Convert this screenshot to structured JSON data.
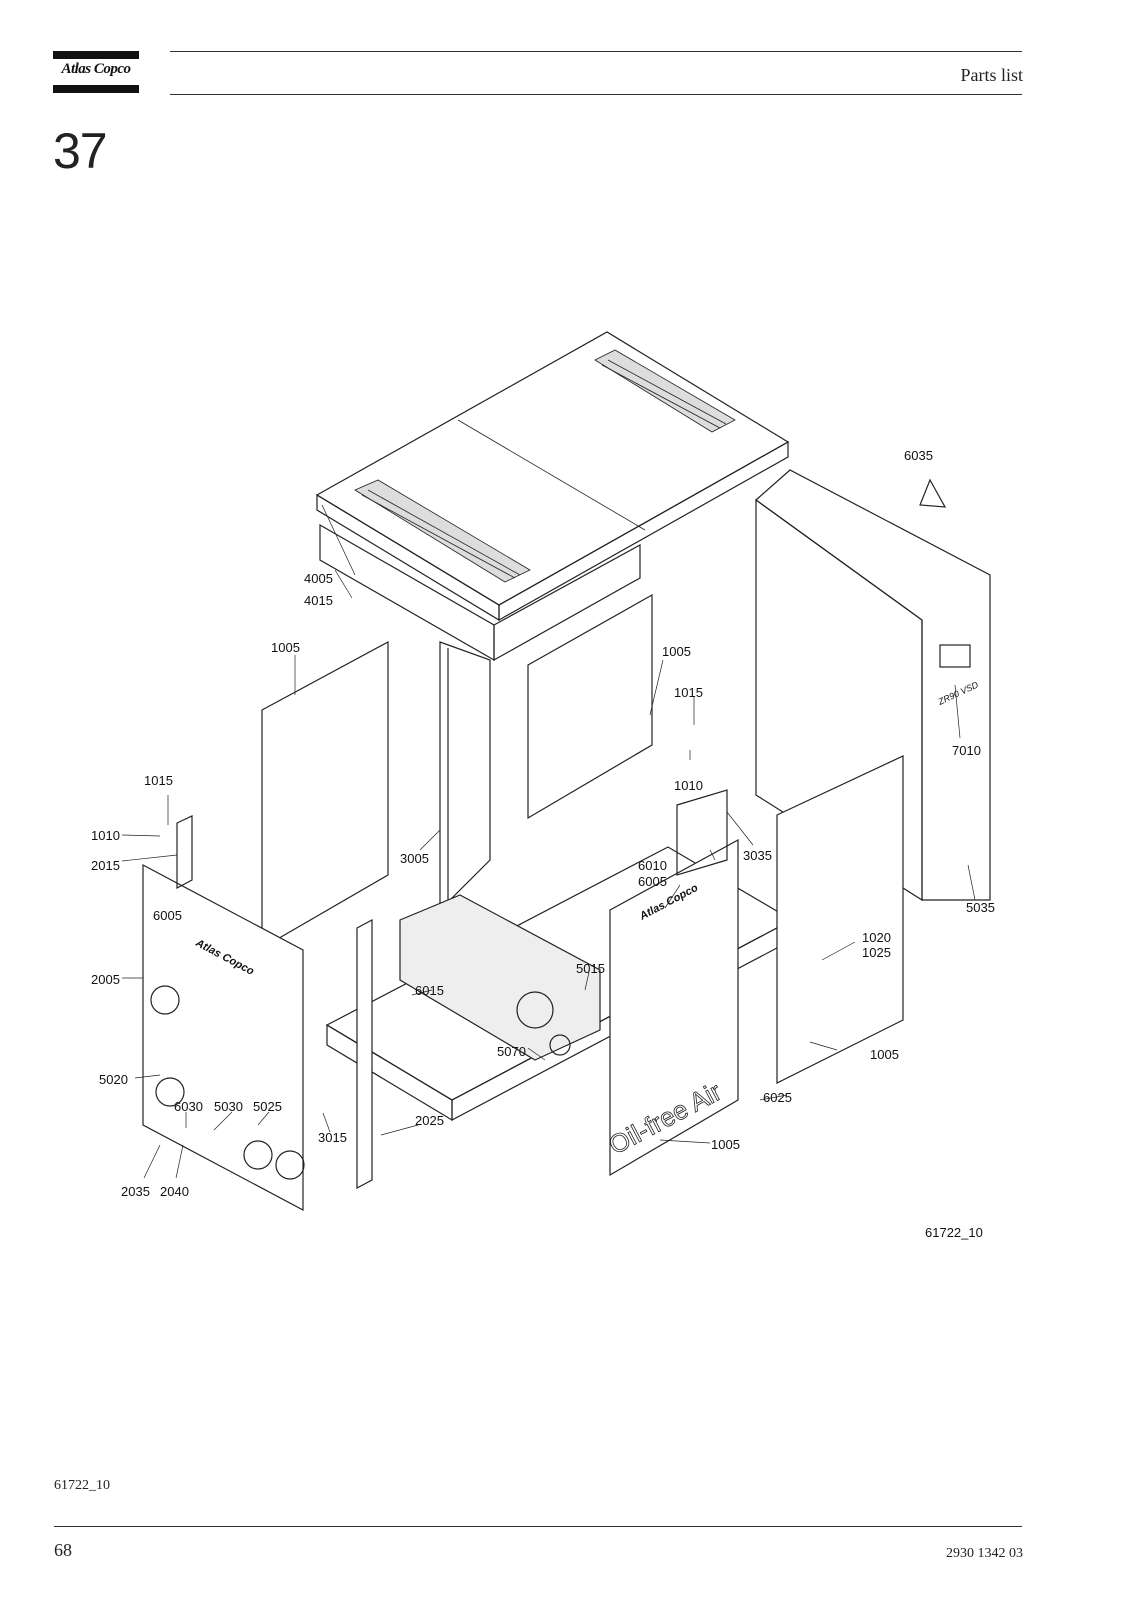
{
  "header": {
    "logo_text": "Atlas Copco",
    "section_title": "Parts list"
  },
  "chapter_number": "37",
  "drawing": {
    "ref": "61722_10",
    "labels": {
      "l4005": "4005",
      "l4015": "4015",
      "l6035": "6035",
      "l1005a": "1005",
      "l1005b": "1005",
      "l1005c": "1005",
      "l1005d": "1005",
      "l1015a": "1015",
      "l1015b": "1015",
      "l1010a": "1010",
      "l1010b": "1010",
      "l2015": "2015",
      "l3005": "3005",
      "l7010": "7010",
      "l3035": "3035",
      "l6010": "6010",
      "l6005a": "6005",
      "l6005b": "6005",
      "l5035": "5035",
      "l2005": "2005",
      "l5015": "5015",
      "l6015": "6015",
      "l1020": "1020",
      "l1025": "1025",
      "l5070": "5070",
      "l5020": "5020",
      "l6030": "6030",
      "l5030": "5030",
      "l5025": "5025",
      "l3015": "3015",
      "l2025": "2025",
      "l6025": "6025",
      "l2035": "2035",
      "l2040": "2040"
    },
    "panel_texts": {
      "brand_a": "Atlas Copco",
      "brand_b": "Atlas Copco",
      "oil_free": "Oil-free Air",
      "model": "ZR90 VSD"
    }
  },
  "footer": {
    "figure_ref": "61722_10",
    "page_number": "68",
    "document_number": "2930 1342 03"
  }
}
